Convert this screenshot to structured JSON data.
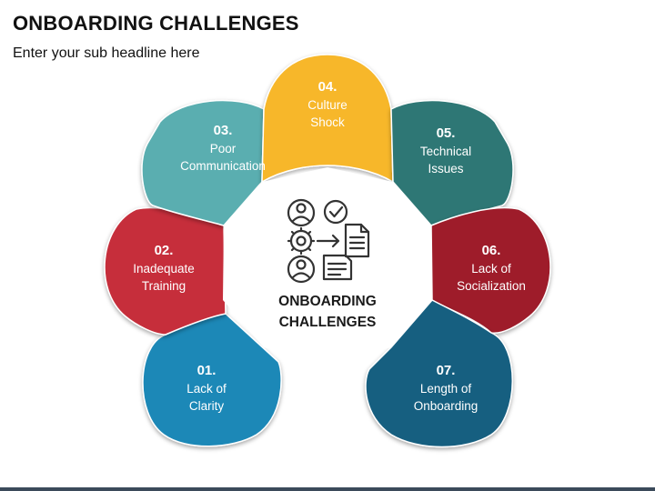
{
  "header": {
    "title": "ONBOARDING CHALLENGES",
    "subtitle": "Enter your sub headline here"
  },
  "center": {
    "line1": "ONBOARDING",
    "line2": "CHALLENGES",
    "icon": "onboarding-process-icon"
  },
  "items": [
    {
      "number": "01.",
      "line1": "Lack of",
      "line2": "Clarity",
      "color": "#1e88b7"
    },
    {
      "number": "02.",
      "line1": "Inadequate",
      "line2": "Training",
      "color": "#c62f3b"
    },
    {
      "number": "03.",
      "line1": "Poor",
      "line2": "Communication",
      "color": "#5aaeb0"
    },
    {
      "number": "04.",
      "line1": "Culture",
      "line2": "Shock",
      "color": "#f7b72c"
    },
    {
      "number": "05.",
      "line1": "Technical",
      "line2": "Issues",
      "color": "#2f7774"
    },
    {
      "number": "06.",
      "line1": "Lack of",
      "line2": "Socialization",
      "color": "#9e1e2b"
    },
    {
      "number": "07.",
      "line1": "Length of",
      "line2": "Onboarding",
      "color": "#175f80"
    }
  ]
}
